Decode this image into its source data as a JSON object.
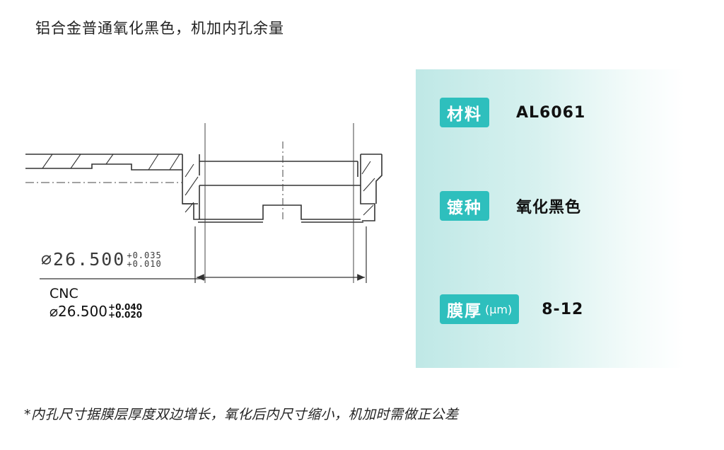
{
  "title": "铝合金普通氧化黑色，机加内孔余量",
  "drawing": {
    "dim_original": {
      "main": "⌀26.500",
      "tol_upper": "+0.035",
      "tol_lower": "+0.010"
    },
    "cnc_label": "CNC",
    "dim_cnc": {
      "main": "⌀26.500",
      "tol_upper": "+0.040",
      "tol_lower": "+0.020"
    }
  },
  "panel": {
    "rows": [
      {
        "label": "材料",
        "unit": "",
        "value": "AL6061"
      },
      {
        "label": "镀种",
        "unit": "",
        "value": "氧化黑色"
      },
      {
        "label": "膜厚",
        "unit": "(μm)",
        "value": "8-12"
      }
    ],
    "colors": {
      "badge": "#2ebfbd",
      "panel_bg": "#c6ebe9"
    }
  },
  "footnote": "*内孔尺寸据膜层厚度双边增长，氧化后内尺寸缩小，机加时需做正公差"
}
